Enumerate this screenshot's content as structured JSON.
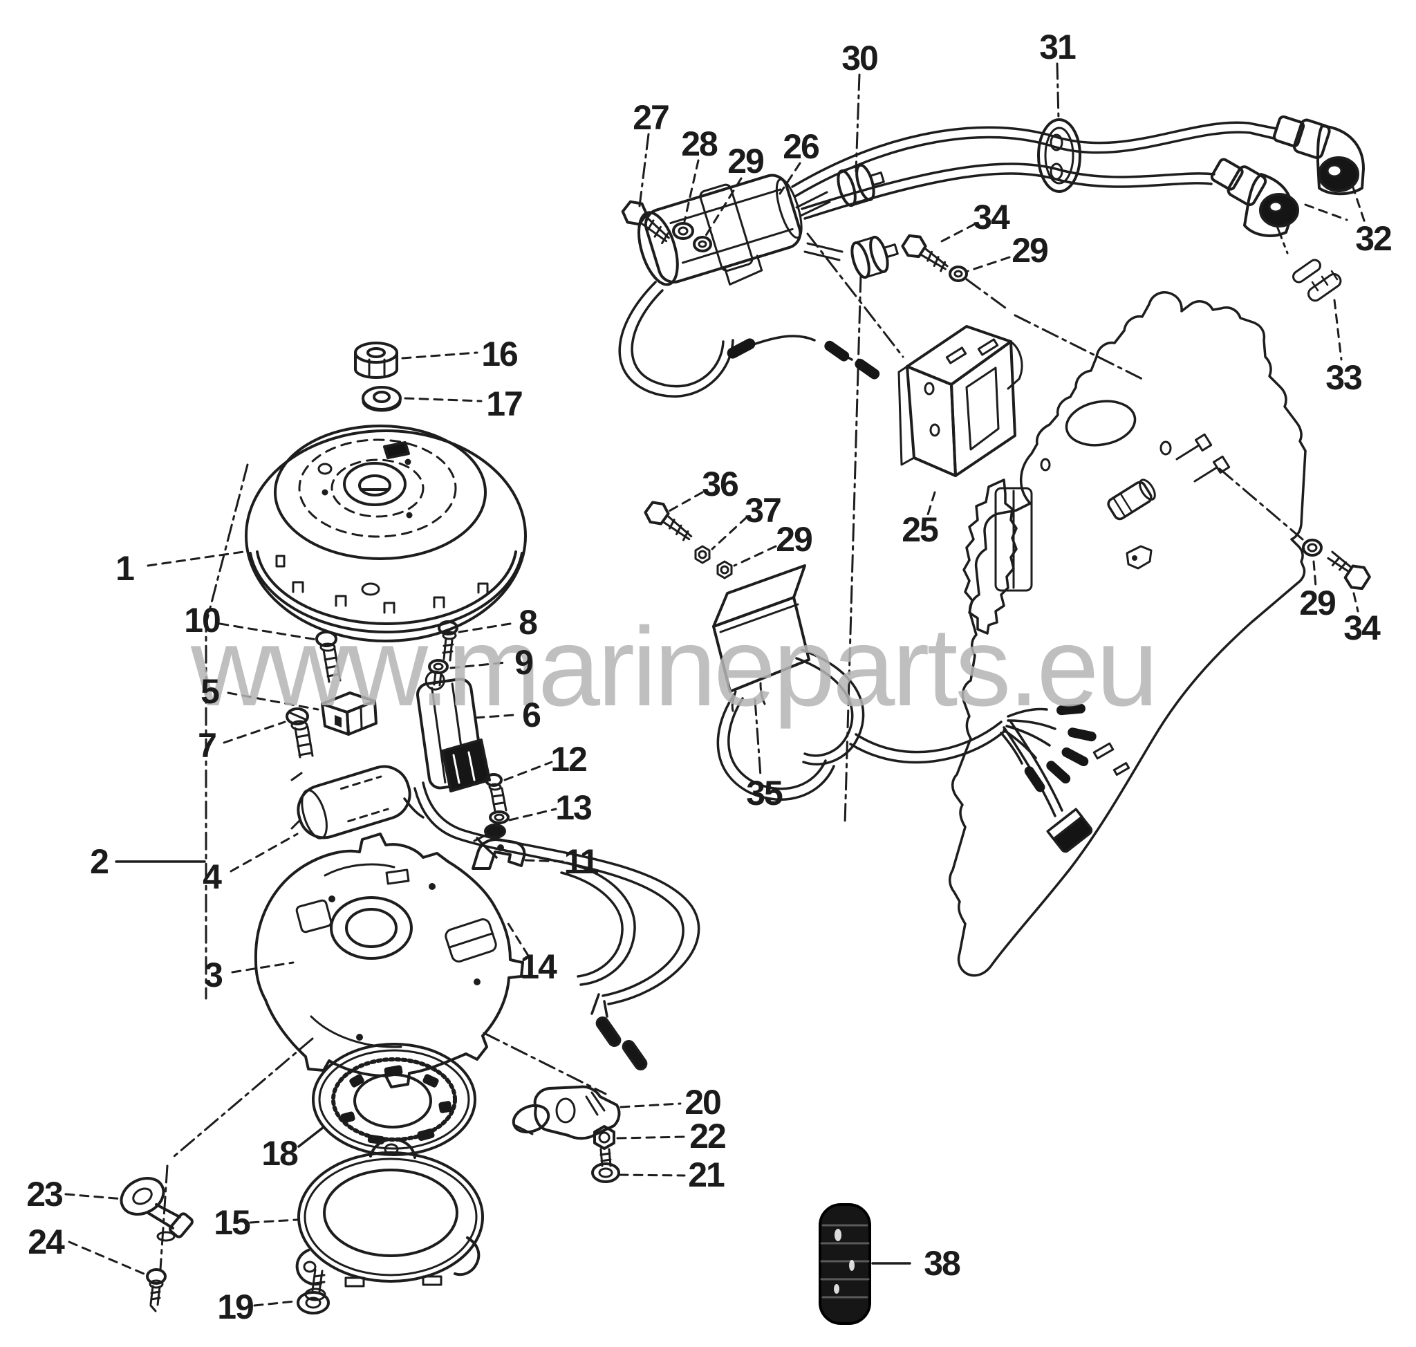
{
  "watermark": {
    "text": "www.marineparts.eu"
  },
  "callouts": {
    "c1": {
      "label": "1"
    },
    "c2": {
      "label": "2"
    },
    "c3": {
      "label": "3"
    },
    "c4": {
      "label": "4"
    },
    "c5": {
      "label": "5"
    },
    "c6": {
      "label": "6"
    },
    "c7": {
      "label": "7"
    },
    "c8": {
      "label": "8"
    },
    "c9": {
      "label": "9"
    },
    "c10": {
      "label": "10"
    },
    "c11": {
      "label": "11"
    },
    "c12": {
      "label": "12"
    },
    "c13": {
      "label": "13"
    },
    "c14": {
      "label": "14"
    },
    "c15": {
      "label": "15"
    },
    "c16": {
      "label": "16"
    },
    "c17": {
      "label": "17"
    },
    "c18": {
      "label": "18"
    },
    "c19": {
      "label": "19"
    },
    "c20": {
      "label": "20"
    },
    "c21": {
      "label": "21"
    },
    "c22": {
      "label": "22"
    },
    "c23": {
      "label": "23"
    },
    "c24": {
      "label": "24"
    },
    "c25": {
      "label": "25"
    },
    "c26": {
      "label": "26"
    },
    "c27": {
      "label": "27"
    },
    "c28": {
      "label": "28"
    },
    "c29a": {
      "label": "29"
    },
    "c29b": {
      "label": "29"
    },
    "c29c": {
      "label": "29"
    },
    "c29d": {
      "label": "29"
    },
    "c30": {
      "label": "30"
    },
    "c31": {
      "label": "31"
    },
    "c32": {
      "label": "32"
    },
    "c33": {
      "label": "33"
    },
    "c34a": {
      "label": "34"
    },
    "c34b": {
      "label": "34"
    },
    "c35": {
      "label": "35"
    },
    "c36": {
      "label": "36"
    },
    "c37": {
      "label": "37"
    },
    "c38": {
      "label": "38"
    }
  }
}
